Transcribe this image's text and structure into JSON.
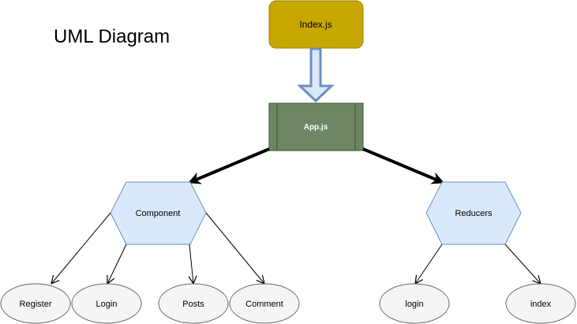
{
  "diagram": {
    "title": "UML Diagram",
    "nodes": {
      "index": {
        "label": "Index.js",
        "fill": "#c8a800",
        "stroke": "#9a8100"
      },
      "app": {
        "label": "App.js",
        "fill": "#6d8764",
        "stroke": "#3a5431",
        "text_color": "#ffffff"
      },
      "component": {
        "label": "Component",
        "fill": "#dae8fc",
        "stroke": "#6c8ebf"
      },
      "reducers": {
        "label": "Reducers",
        "fill": "#dae8fc",
        "stroke": "#6c8ebf"
      },
      "register": {
        "label": "Register"
      },
      "login": {
        "label": "Login"
      },
      "posts": {
        "label": "Posts"
      },
      "comment": {
        "label": "Comment"
      },
      "login_reducer": {
        "label": "login"
      },
      "index_reducer": {
        "label": "index"
      }
    },
    "leaf_fill": "#f5f5f5",
    "leaf_stroke": "#666666",
    "block_arrow": {
      "fill": "#dae8fc",
      "stroke": "#6c8ebf"
    }
  }
}
